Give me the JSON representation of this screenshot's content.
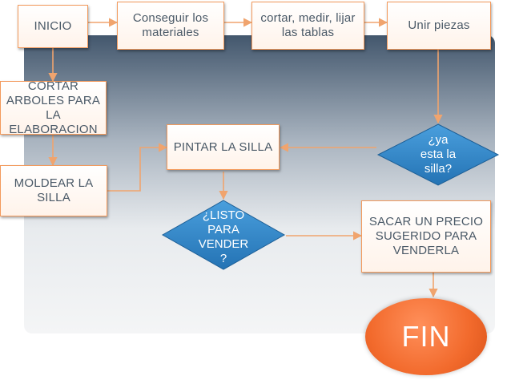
{
  "diagram": {
    "nodes": {
      "inicio": "INICIO",
      "conseguir": "Conseguir los materiales",
      "cortar_medir": "cortar, medir, lijar las tablas",
      "unir": "Unir piezas",
      "cortar_arboles": "CORTAR ARBOLES PARA LA ELABORACION",
      "moldear": "MOLDEAR LA SILLA",
      "pintar": "PINTAR LA SILLA",
      "ya_esta": "¿ya esta la silla?",
      "listo": "¿LISTO PARA VENDER ?",
      "sacar_precio": "SACAR UN PRECIO SUGERIDO PARA VENDERLA",
      "fin": "FIN"
    },
    "colors": {
      "box_border": "#f39a5c",
      "diamond_fill": "#2f86c9",
      "fin_fill": "#f26a2c",
      "connector": "#f0a46e",
      "text": "#4a5967"
    }
  }
}
